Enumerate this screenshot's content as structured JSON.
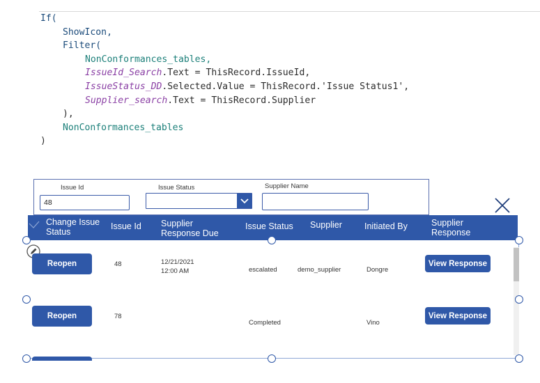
{
  "formula": {
    "lines": [
      [
        {
          "t": "If(",
          "k": "fn"
        }
      ],
      [
        {
          "t": "ShowIcon,",
          "k": "fn"
        }
      ],
      [
        {
          "t": "Filter(",
          "k": "fn"
        }
      ],
      [
        {
          "t": "NonConformances_tables,",
          "k": "tbl"
        }
      ],
      [
        {
          "t": "IssueId_Search",
          "k": "ctl"
        },
        {
          "t": ".Text = ThisRecord.IssueId,",
          "k": "txt"
        }
      ],
      [
        {
          "t": "IssueStatus_DD",
          "k": "ctl"
        },
        {
          "t": ".Selected.Value = ThisRecord.'Issue Status1',",
          "k": "txt"
        }
      ],
      [
        {
          "t": "Supplier_search",
          "k": "ctl"
        },
        {
          "t": ".Text = ThisRecord.Supplier",
          "k": "txt"
        }
      ],
      [
        {
          "t": "),",
          "k": "txt"
        }
      ],
      [
        {
          "t": "NonConformances_tables",
          "k": "tbl"
        }
      ],
      [
        {
          "t": ")",
          "k": "txt"
        }
      ]
    ],
    "indents": [
      0,
      1,
      1,
      2,
      2,
      2,
      2,
      1,
      1,
      0
    ]
  },
  "filters": {
    "issue_id_label": "Issue Id",
    "issue_id_value": "48",
    "issue_status_label": "Issue Status",
    "issue_status_value": "",
    "supplier_label": "Supplier Name",
    "supplier_value": ""
  },
  "table": {
    "headers": {
      "change_status": [
        "Change Issue",
        "Status"
      ],
      "issue_id": "Issue Id",
      "response_due": [
        "Supplier",
        "Response Due"
      ],
      "issue_status": "Issue Status",
      "supplier": "Supplier",
      "initiated_by": "Initiated By",
      "supplier_response": [
        "Supplier",
        "Response"
      ]
    },
    "rows": [
      {
        "action": "Reopen",
        "issue_id": "48",
        "due_date": "12/21/2021",
        "due_time": "12:00 AM",
        "status": "escalated",
        "supplier": "demo_supplier",
        "initiated_by": "Dongre",
        "response_btn": "View Response"
      },
      {
        "action": "Reopen",
        "issue_id": "78",
        "due_date": "",
        "due_time": "",
        "status": "Completed",
        "supplier": "",
        "initiated_by": "Vino",
        "response_btn": "View Response"
      }
    ]
  },
  "colors": {
    "accent": "#2f58a8",
    "code_fn": "#1a4a7a",
    "code_table": "#1b7f79",
    "code_control": "#8a3fa4"
  },
  "icons": {
    "close": "close-icon",
    "dropdown": "chevron-down-icon",
    "edit": "pencil-icon",
    "header_check": "checkmark-icon"
  }
}
